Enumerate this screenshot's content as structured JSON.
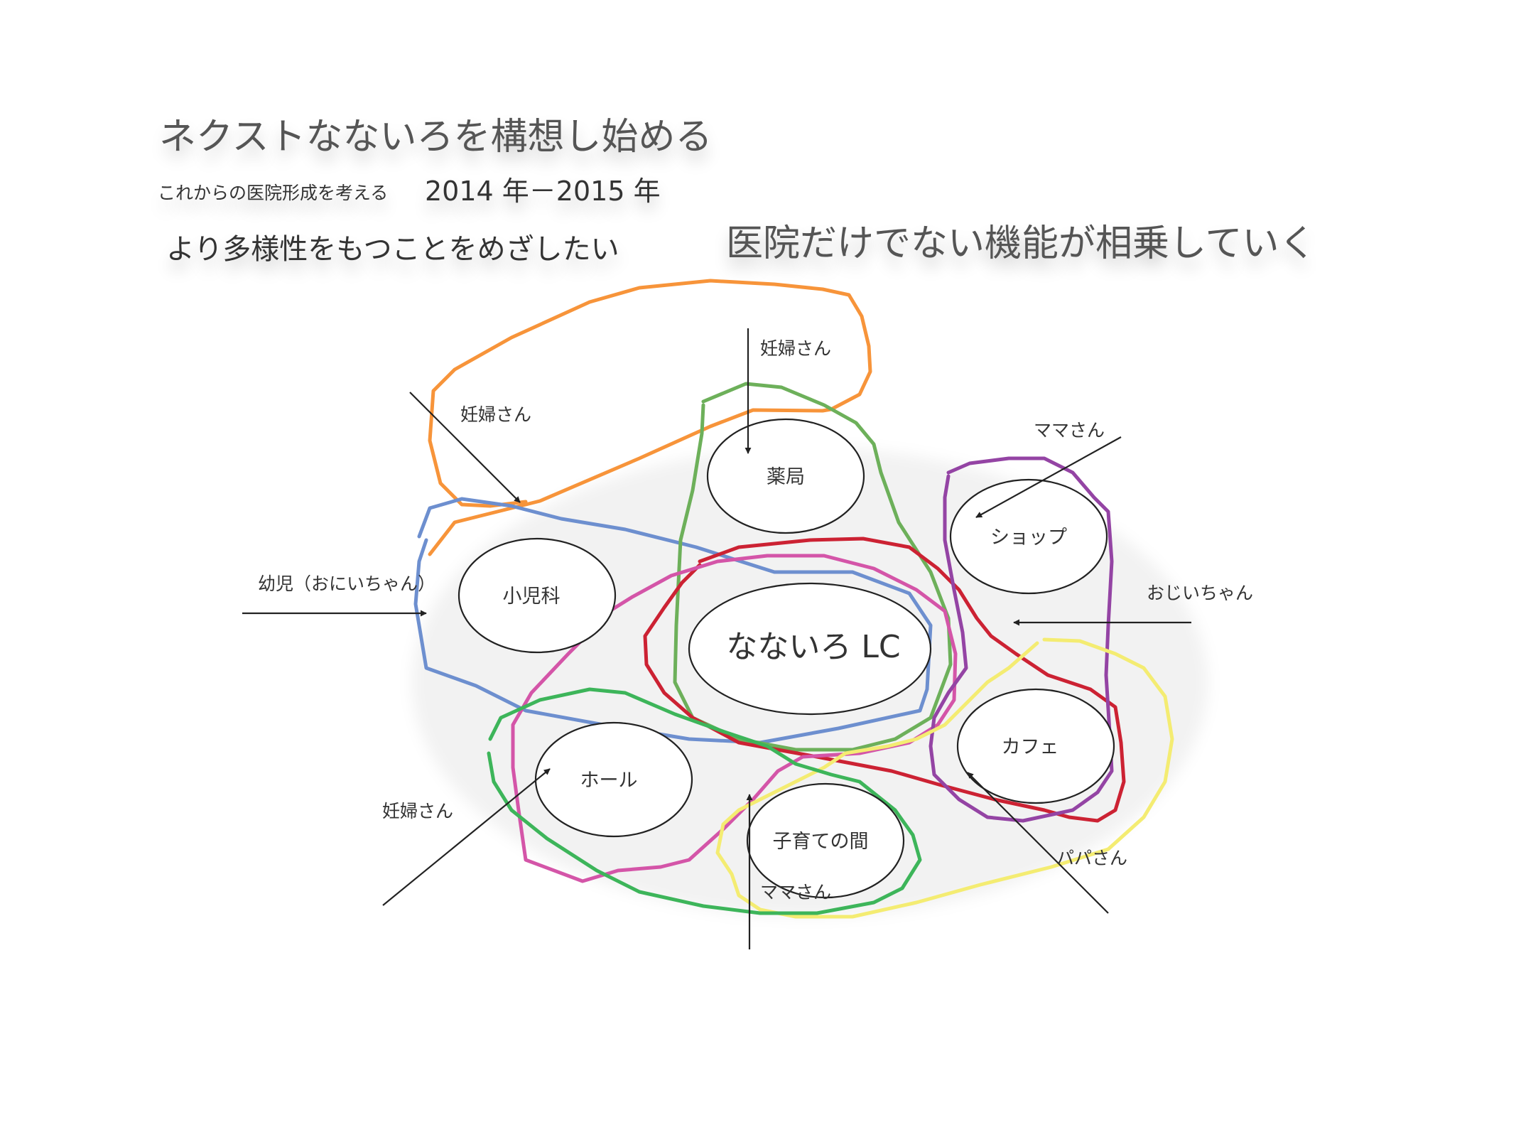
{
  "header": {
    "title": "ネクストなないろを構想し始める",
    "subtitle": "これからの医院形成を考える",
    "years": "2014 年－2015 年",
    "diversity": "より多様性をもつことをめざしたい",
    "synergy": "医院だけでない機能が相乗していく"
  },
  "nodes": {
    "center": "なないろ LC",
    "pharmacy": "薬局",
    "pediatrics": "小児科",
    "shop": "ショップ",
    "cafe": "カフェ",
    "hall": "ホール",
    "childcare": "子育ての間"
  },
  "visitors": {
    "pregnant_top": "妊婦さん",
    "pregnant_left": "妊婦さん",
    "pregnant_bottom_left": "妊婦さん",
    "toddler": "幼児（おにいちゃん）",
    "mama_right": "ママさん",
    "mama_bottom": "ママさん",
    "grandpa": "おじいちゃん",
    "papa": "パパさん"
  },
  "colors": {
    "orange": "#f7943a",
    "blue": "#6d8fcf",
    "green": "#6db05a",
    "red": "#cc2233",
    "pink": "#d455a8",
    "purple": "#9444a4",
    "yellow": "#f4ec72",
    "dark_green": "#3db55a"
  }
}
